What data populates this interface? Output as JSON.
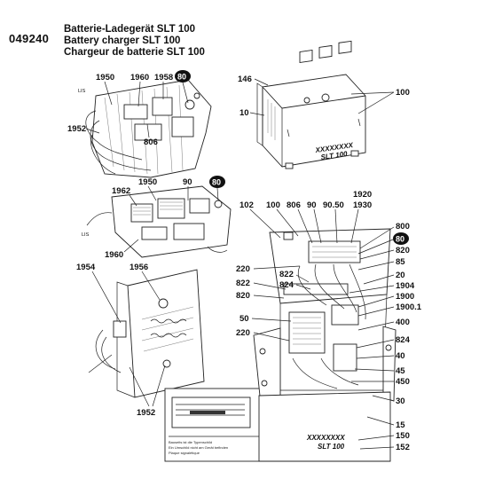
{
  "header": {
    "part_number": "049240",
    "title_de": "Batterie-Ladegerät SLT 100",
    "title_en": "Battery charger SLT 100",
    "title_fr": "Chargeur de batterie SLT 100"
  },
  "callouts": {
    "c1950a": "1950",
    "c1960a": "1960",
    "c1958": "1958",
    "c80a": "80",
    "c1952a": "1952",
    "c806a": "806",
    "c146": "146",
    "c100a": "100",
    "c10": "10",
    "c1962": "1962",
    "c1950b": "1950",
    "c90a": "90",
    "c80b": "80",
    "c1960b": "1960",
    "c102": "102",
    "c100b": "100",
    "c806b": "806",
    "c90b": "90",
    "c9050": "90.50",
    "c1920": "1920",
    "c1930": "1930",
    "c800": "800",
    "c80c": "80",
    "c820a": "820",
    "c85": "85",
    "c220a": "220",
    "c822a": "822",
    "c824a": "824",
    "c822b": "822",
    "c820b": "820",
    "c20": "20",
    "c1904": "1904",
    "c1900": "1900",
    "c19001": "1900.1",
    "c50": "50",
    "c400": "400",
    "c220b": "220",
    "c824b": "824",
    "c40": "40",
    "c45": "45",
    "c450": "450",
    "c30": "30",
    "c15": "15",
    "c150": "150",
    "c152": "152",
    "c1954": "1954",
    "c1956": "1956",
    "c1952b": "1952"
  },
  "device_text": {
    "brand_mark": "XXXXXXXX",
    "model": "SLT 100",
    "wire_tag_a": "LIS",
    "wire_tag_b": "LIS"
  },
  "plate_text": {
    "heading": "Bauseits ist die Typenschild",
    "line2": "Ein Umschild nicht am Gerät befinden",
    "line3": "Plaque signalétique"
  }
}
